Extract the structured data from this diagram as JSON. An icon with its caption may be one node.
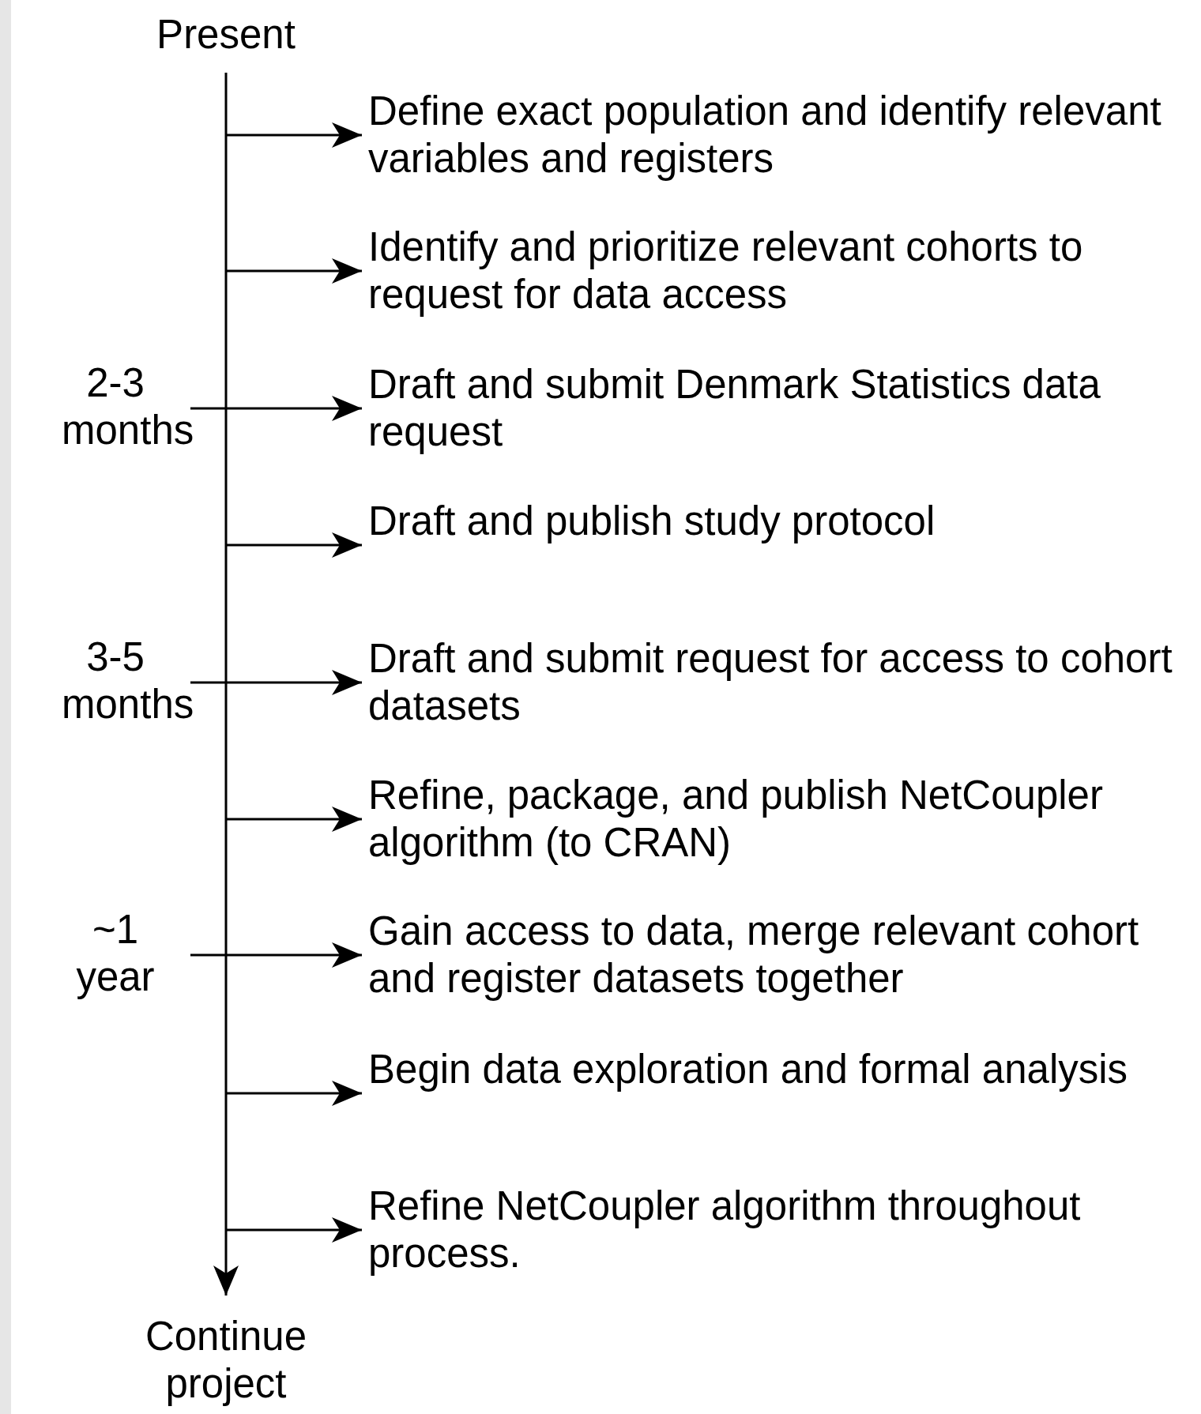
{
  "diagram": {
    "nodes": [
      {
        "text": [
          "Present"
        ]
      },
      {
        "text": [
          "Continue project"
        ]
      },
      {
        "text": [
          "Define exact population and identify relevant variables and registers"
        ]
      },
      {
        "text": [
          "Identify and prioritize relevant cohorts to request for data access"
        ]
      },
      {
        "text": [
          "Draft and submit Denmark Statistics data request"
        ]
      },
      {
        "text": [
          "Draft and publish study protocol"
        ]
      },
      {
        "text": [
          "Draft and submit request for access to cohort datasets"
        ]
      },
      {
        "text": [
          "Refine, package, and publish NetCoupler algorithm (to CRAN)"
        ]
      },
      {
        "text": [
          "Gain access to data, merge relevant cohort and register datasets together"
        ]
      },
      {
        "text": [
          "Begin data exploration and formal analysis"
        ]
      },
      {
        "text": [
          "Refine NetCoupler algorithm throughout process."
        ]
      }
    ],
    "edges": [
      {
        "from": 0,
        "to": 1,
        "arrow": "to"
      },
      {
        "from": null,
        "to": 2,
        "arrow": "to"
      },
      {
        "from": null,
        "to": 3,
        "arrow": "to"
      },
      {
        "from": null,
        "to": 4,
        "arrow": "to"
      },
      {
        "from": null,
        "to": 5,
        "arrow": "to"
      },
      {
        "from": null,
        "to": 6,
        "arrow": "to"
      },
      {
        "from": null,
        "to": 7,
        "arrow": "to"
      },
      {
        "from": null,
        "to": 8,
        "arrow": "to"
      },
      {
        "from": null,
        "to": 9,
        "arrow": "to"
      },
      {
        "from": null,
        "to": 10,
        "arrow": "to"
      }
    ],
    "labels": [
      "2-3 months",
      "3-5 months",
      "~1 year"
    ]
  }
}
